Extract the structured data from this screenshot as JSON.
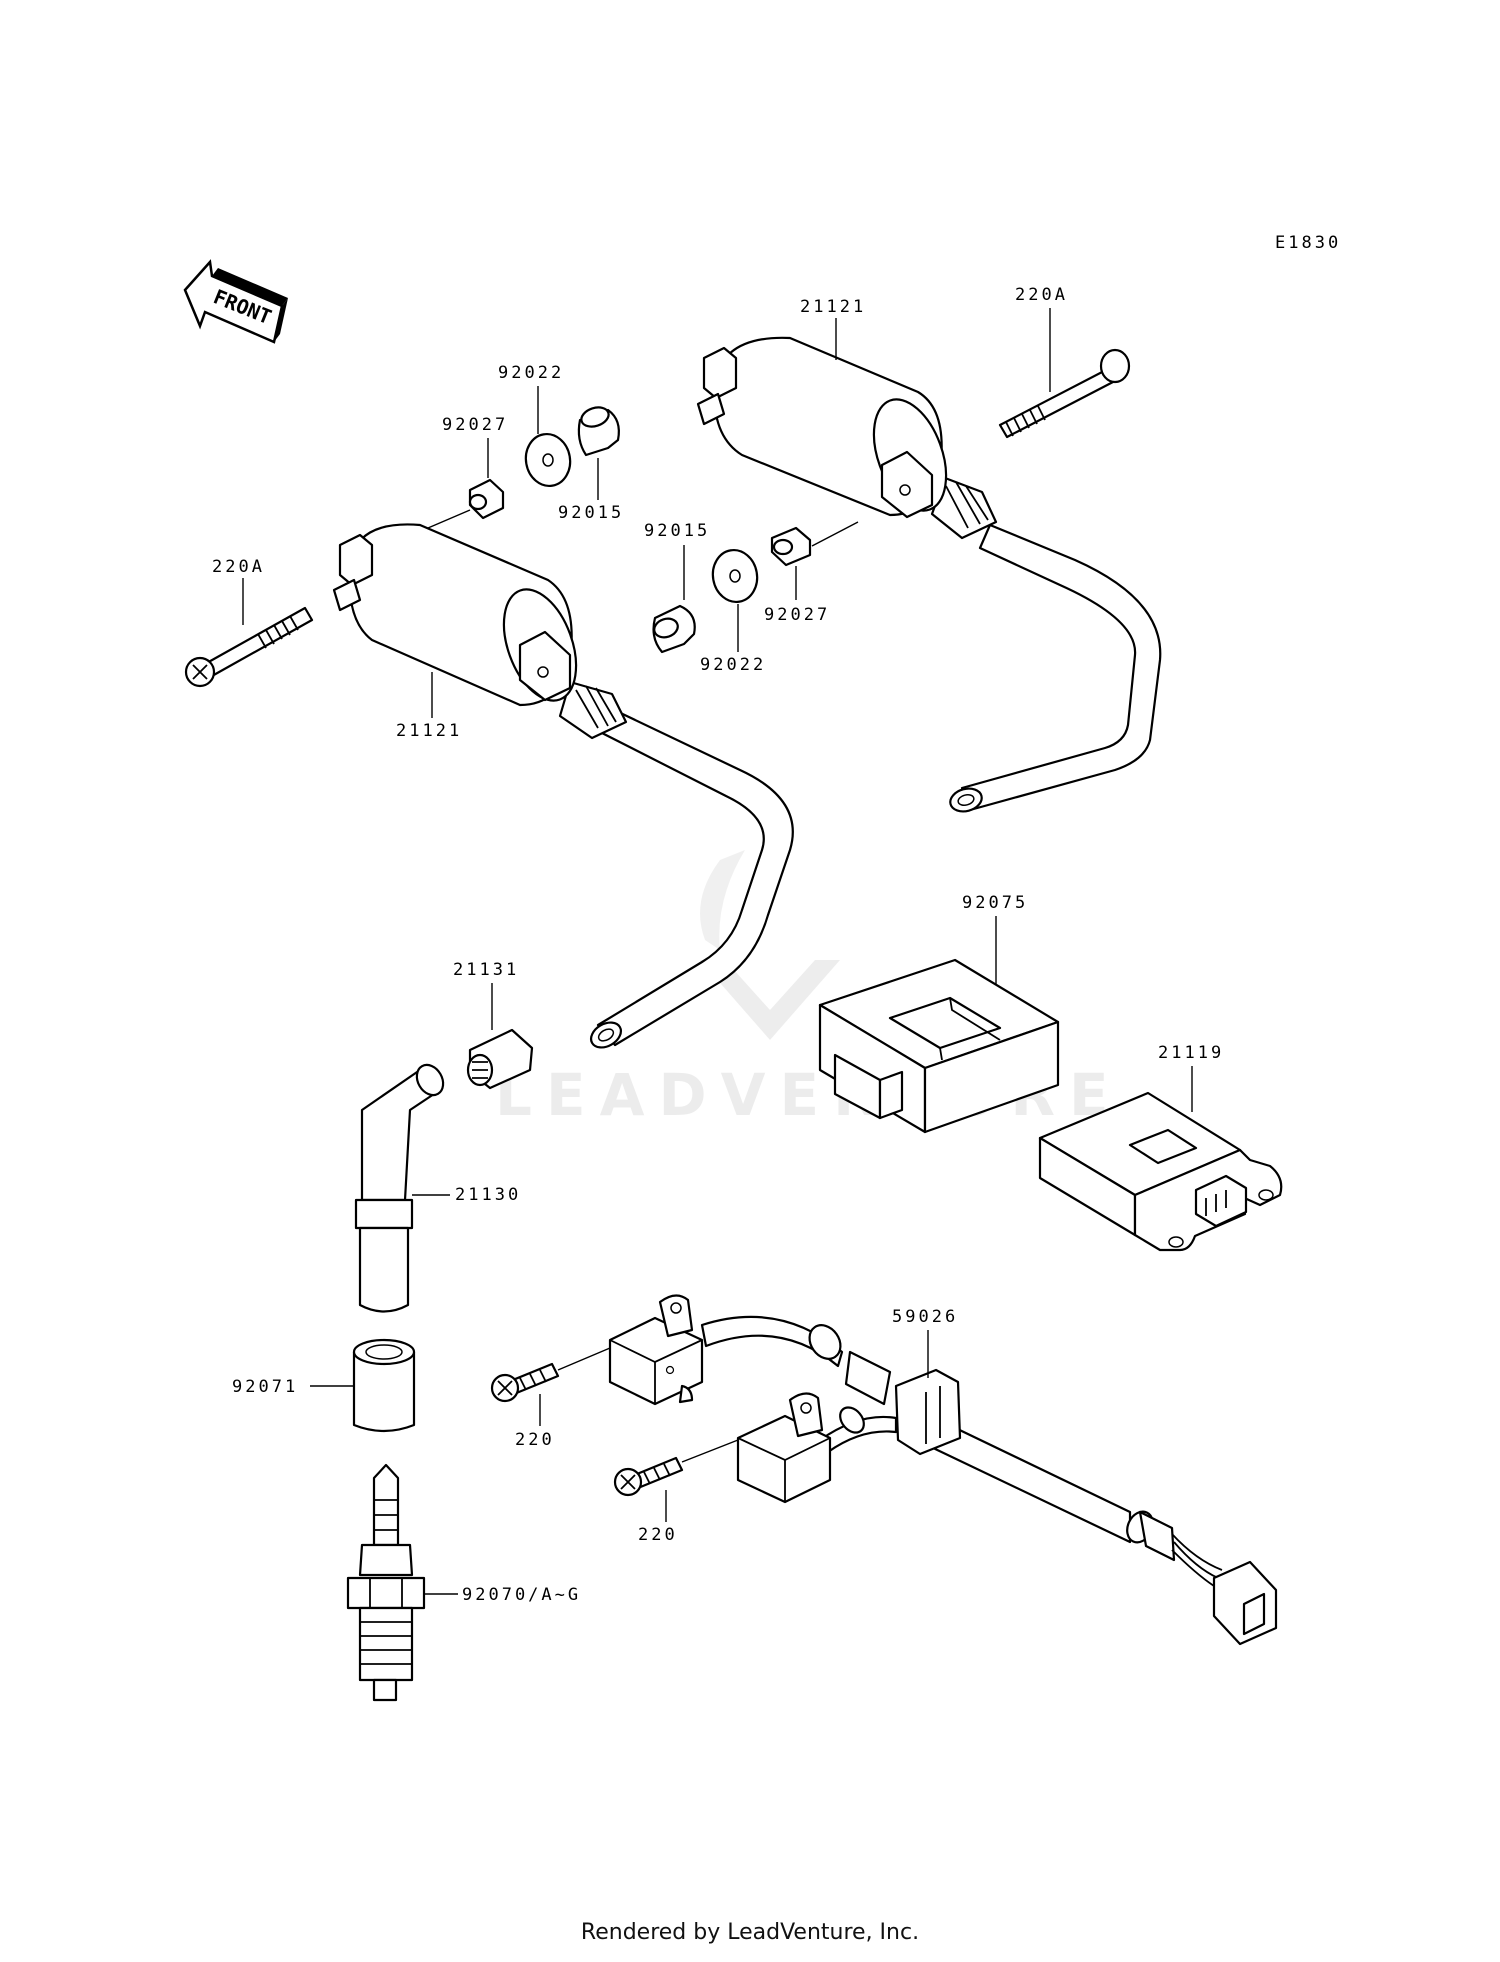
{
  "diagram": {
    "code": "E1830",
    "front_label": "FRONT",
    "parts": {
      "coil_left": "21121",
      "coil_right": "21121",
      "bolt_left": "220A",
      "bolt_right": "220A",
      "collar_92027_left": "92027",
      "collar_92027_right": "92027",
      "washer_92022_left": "92022",
      "washer_92022_right": "92022",
      "grommet_92015_left": "92015",
      "grommet_92015_right": "92015",
      "cap_21131": "21131",
      "plug_cap_21130": "21130",
      "boot_92071": "92071",
      "spark_plug": "92070/A~G",
      "igniter_92075": "92075",
      "igniter_21119": "21119",
      "pickup_59026": "59026",
      "screw_220_a": "220",
      "screw_220_b": "220"
    },
    "watermark": "LEADVENTURE"
  },
  "footer": {
    "rendered_by": "Rendered by LeadVenture, Inc."
  }
}
